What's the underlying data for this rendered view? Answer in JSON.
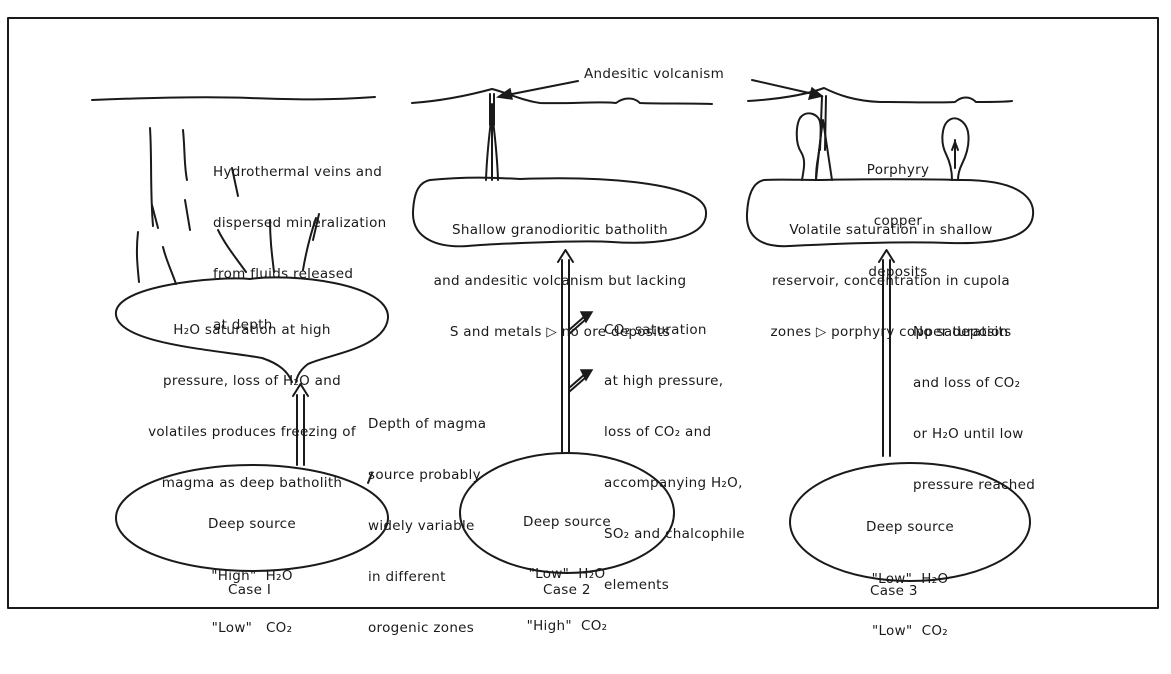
{
  "title": "Andesitic volcanism",
  "cases": [
    {
      "label": "Case I",
      "source": {
        "title": "Deep source",
        "h2o": "\"High\"  H₂O",
        "co2": "\"Low\"   CO₂"
      },
      "reservoir_text": [
        "H₂O saturation at high",
        "pressure, loss of H₂O and",
        "volatiles produces freezing of",
        "magma as deep batholith"
      ],
      "veins_text": [
        "Hydrothermal veins and",
        "dispersed mineralization",
        "from fluids released",
        "at depth"
      ],
      "depth_note": [
        "Depth of magma",
        "source probably",
        "widely variable",
        "in different",
        "orogenic zones"
      ]
    },
    {
      "label": "Case 2",
      "source": {
        "title": "Deep source",
        "h2o": "\"Low\"  H₂O",
        "co2": "\"High\"  CO₂"
      },
      "reservoir_text": [
        "Shallow granodioritic batholith",
        "and andesitic volcanism but lacking",
        "S and metals ▷ no ore deposits"
      ],
      "ascent_text": [
        "CO₂ saturation",
        "at high pressure,",
        "loss of CO₂ and",
        "accompanying H₂O,",
        "SO₂ and chalcophile",
        "elements"
      ]
    },
    {
      "label": "Case 3",
      "source": {
        "title": "Deep source",
        "h2o": "\"Low\"  H₂O",
        "co2": "\"Low\"  CO₂"
      },
      "reservoir_text": [
        "Volatile saturation in shallow",
        "reservoir, concentration in cupola",
        "zones ▷ porphyry copper deposits"
      ],
      "ascent_text": [
        "No saturation",
        "and loss of CO₂",
        "or H₂O until low",
        "pressure reached"
      ],
      "deposit_label": [
        "Porphyry",
        "copper",
        "deposits"
      ]
    }
  ]
}
